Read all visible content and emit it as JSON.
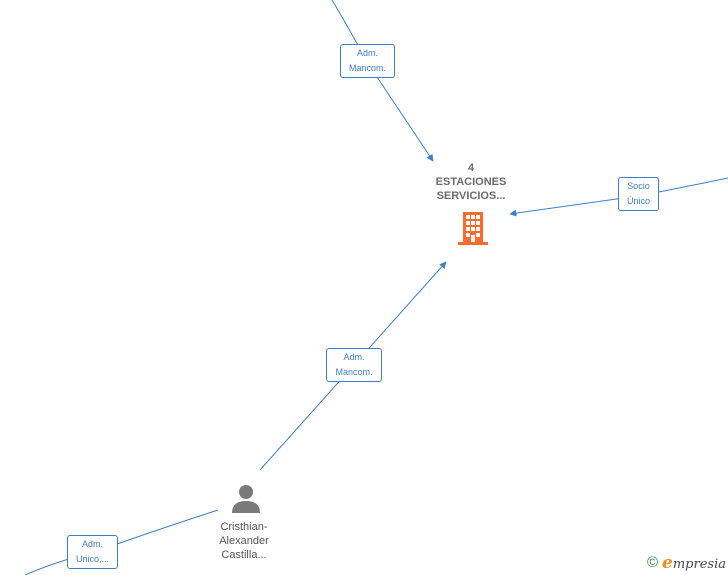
{
  "colors": {
    "edge": "#3d7fcf",
    "company_icon": "#ff6a2b",
    "person_icon": "#7a7a7a",
    "node_text": "#555555"
  },
  "nodes": {
    "company": {
      "lines": [
        "4",
        "ESTACIONES",
        "SERVICIOS..."
      ],
      "icon": "building-icon"
    },
    "person": {
      "lines": [
        "Cristhian-",
        "Alexander",
        "Castilla..."
      ],
      "icon": "person-icon"
    }
  },
  "edge_labels": {
    "top": [
      "Adm.",
      "Mancom."
    ],
    "right": [
      "Socio",
      "Único"
    ],
    "middle": [
      "Adm.",
      "Mancom."
    ],
    "bottom_left": [
      "Adm.",
      "Unico,..."
    ]
  },
  "watermark": {
    "copyright": "©",
    "brand_first": "e",
    "brand_rest": "mpresia"
  }
}
